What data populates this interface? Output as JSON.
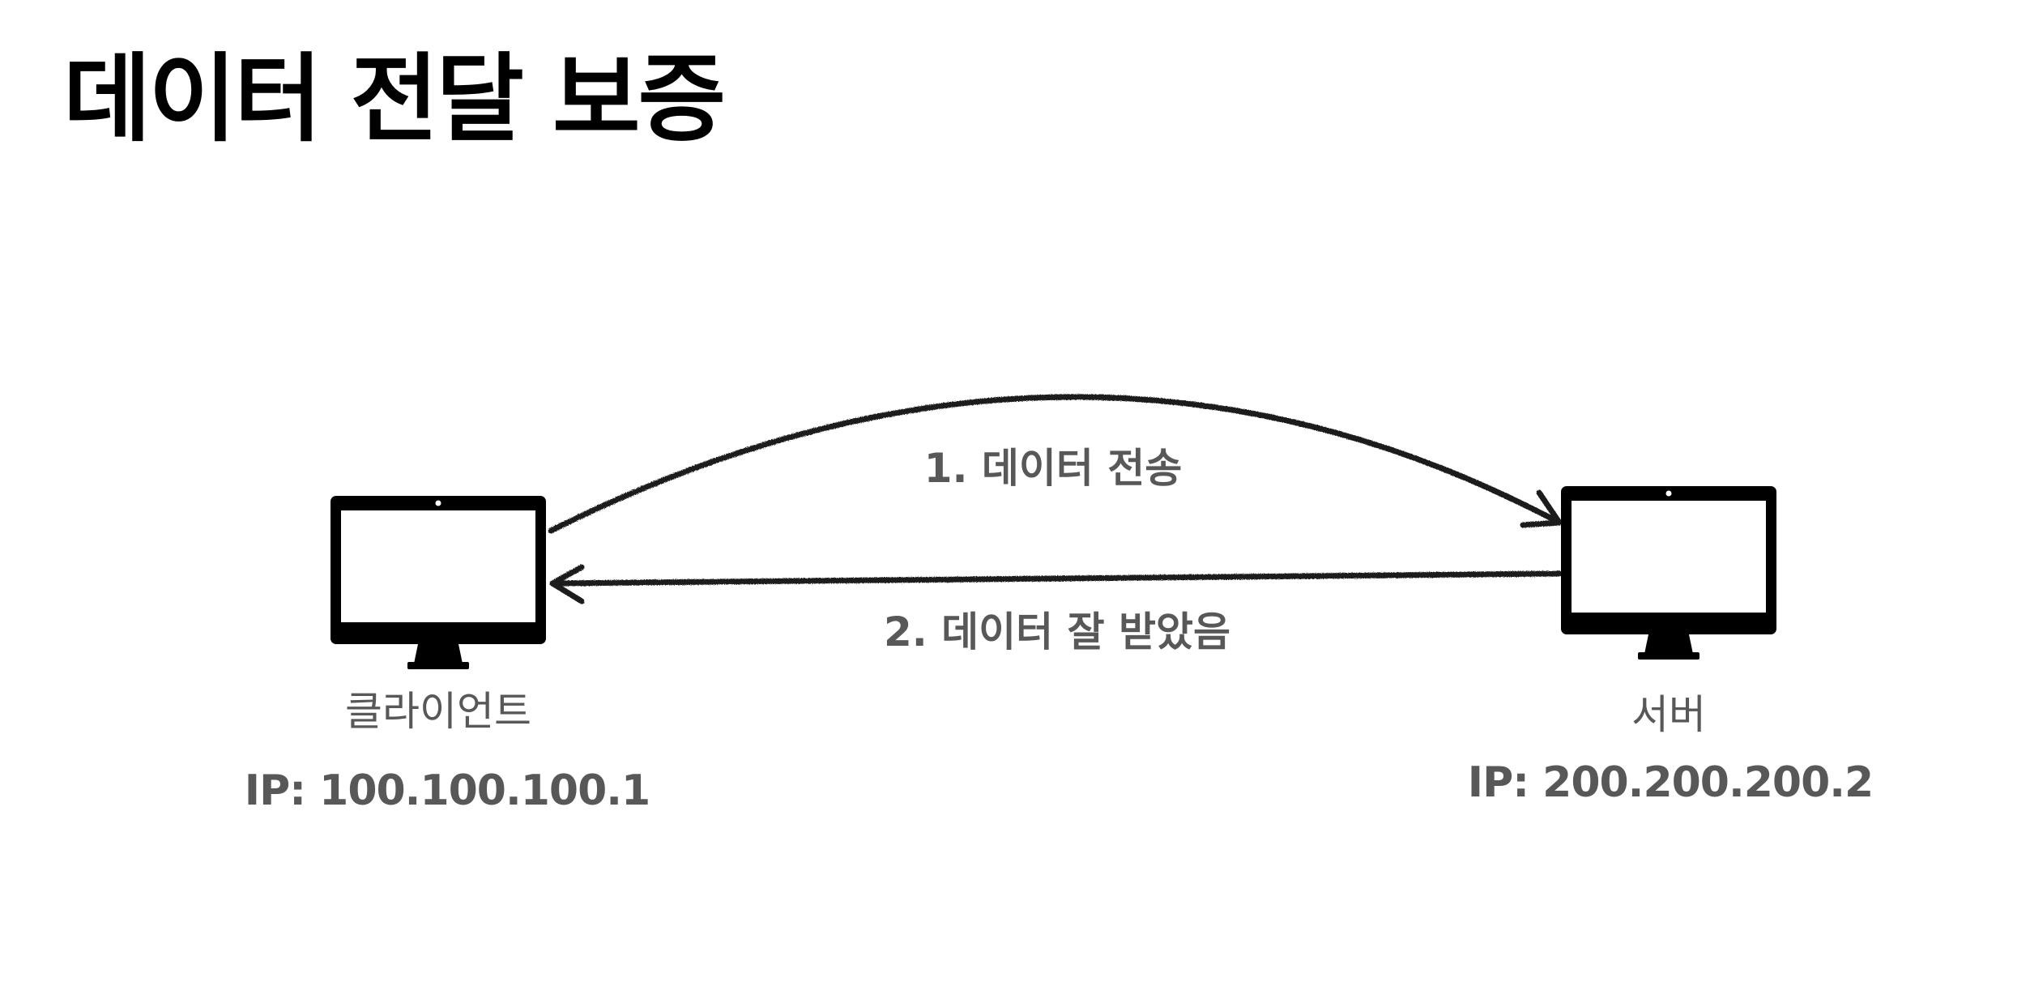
{
  "title": "데이터 전달 보증",
  "client": {
    "name": "클라이언트",
    "ip": "IP: 100.100.100.1"
  },
  "server": {
    "name": "서버",
    "ip": "IP: 200.200.200.2"
  },
  "messages": {
    "send": "1. 데이터 전송",
    "ack": "2. 데이터 잘 받았음"
  },
  "colors": {
    "arrow": "#1a1a1a",
    "label_text": "#585858",
    "title_text": "#000000"
  },
  "icons": {
    "client": "desktop-monitor-icon",
    "server": "desktop-monitor-icon"
  }
}
